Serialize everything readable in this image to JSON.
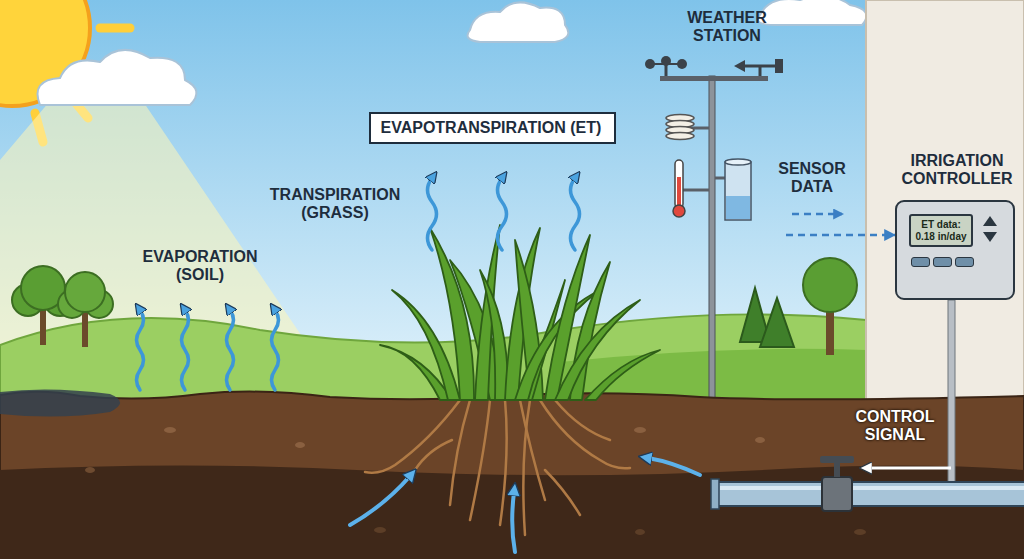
{
  "diagram": {
    "nodes": [
      {
        "text": [
          "EVAPOTRANSPIRATION (ET)"
        ]
      },
      {
        "text": [
          "WEATHER STATION"
        ]
      },
      {
        "text": [
          "IRRIGATION CONTROLLER"
        ]
      },
      {
        "text": [
          "ET data: 0.18 in/day"
        ],
        "in": 2
      }
    ],
    "edges": [
      {
        "from": 1,
        "to": 2,
        "arrow": "to",
        "label": "SENSOR DATA"
      }
    ],
    "labels": [
      "EVAPORATION (SOIL)",
      "TRANSPIRATION (GRASS)",
      "CONTROL SIGNAL"
    ]
  }
}
